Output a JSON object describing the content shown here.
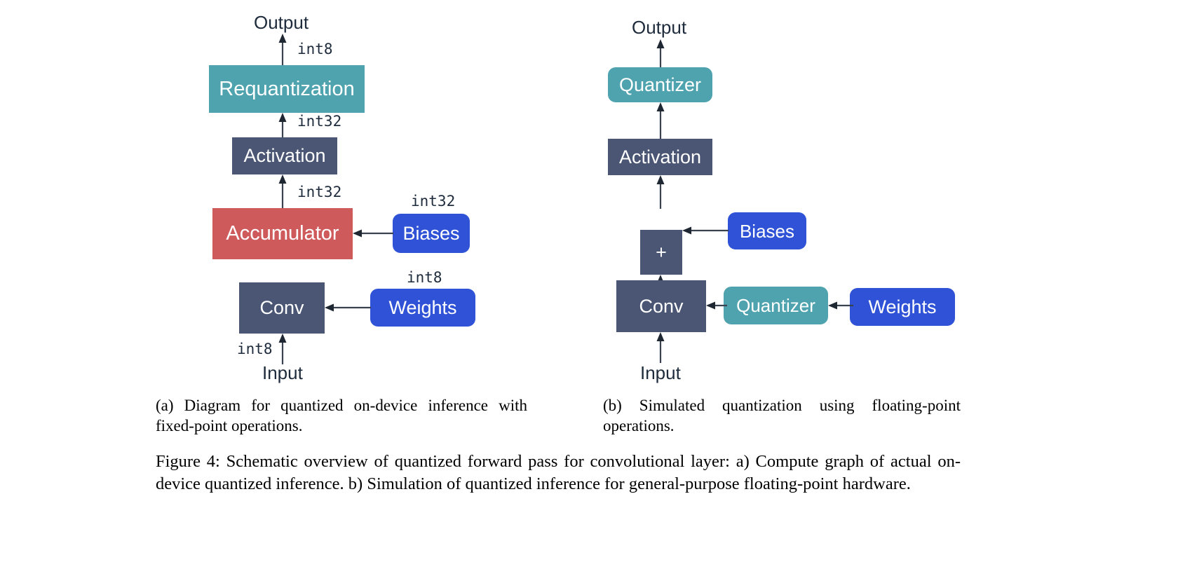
{
  "figure": {
    "caption": "Figure 4: Schematic overview of quantized forward pass for convolutional layer: a) Compute graph of actual on-device quantized inference. b) Simulation of quantized inference for general-purpose floating-point hardware."
  },
  "colors": {
    "teal": "#4fa3ae",
    "slate": "#4a5673",
    "red": "#cf5a5c",
    "blue": "#2f52d6",
    "text_dark": "#1e2b3c",
    "arrow": "#3a4250",
    "background": "#ffffff"
  },
  "panel_a": {
    "subcaption": "(a) Diagram for quantized on-device inference with fixed-point operations.",
    "io": {
      "output": "Output",
      "input": "Input"
    },
    "nodes": [
      {
        "id": "requantization",
        "label": "Requantization",
        "color": "teal",
        "shape": "rect"
      },
      {
        "id": "activation",
        "label": "Activation",
        "color": "slate",
        "shape": "rect"
      },
      {
        "id": "accumulator",
        "label": "Accumulator",
        "color": "red",
        "shape": "rect"
      },
      {
        "id": "conv",
        "label": "Conv",
        "color": "slate",
        "shape": "rect"
      },
      {
        "id": "biases",
        "label": "Biases",
        "color": "blue",
        "shape": "round"
      },
      {
        "id": "weights",
        "label": "Weights",
        "color": "blue",
        "shape": "round"
      }
    ],
    "edge_labels": {
      "output_dtype": "int8",
      "requant_in_dtype": "int32",
      "activation_in_dtype": "int32",
      "biases_dtype": "int32",
      "weights_dtype": "int8",
      "input_dtype": "int8"
    }
  },
  "panel_b": {
    "subcaption": "(b) Simulated quantization using floating-point operations.",
    "io": {
      "output": "Output",
      "input": "Input"
    },
    "nodes": [
      {
        "id": "quantizer-out",
        "label": "Quantizer",
        "color": "teal",
        "shape": "round"
      },
      {
        "id": "activation",
        "label": "Activation",
        "color": "slate",
        "shape": "rect"
      },
      {
        "id": "adder",
        "label": "+",
        "color": "slate",
        "shape": "rect"
      },
      {
        "id": "conv",
        "label": "Conv",
        "color": "slate",
        "shape": "rect"
      },
      {
        "id": "biases",
        "label": "Biases",
        "color": "blue",
        "shape": "round"
      },
      {
        "id": "quantizer-weights",
        "label": "Quantizer",
        "color": "teal",
        "shape": "round"
      },
      {
        "id": "weights",
        "label": "Weights",
        "color": "blue",
        "shape": "round"
      }
    ],
    "edge_labels": {}
  }
}
